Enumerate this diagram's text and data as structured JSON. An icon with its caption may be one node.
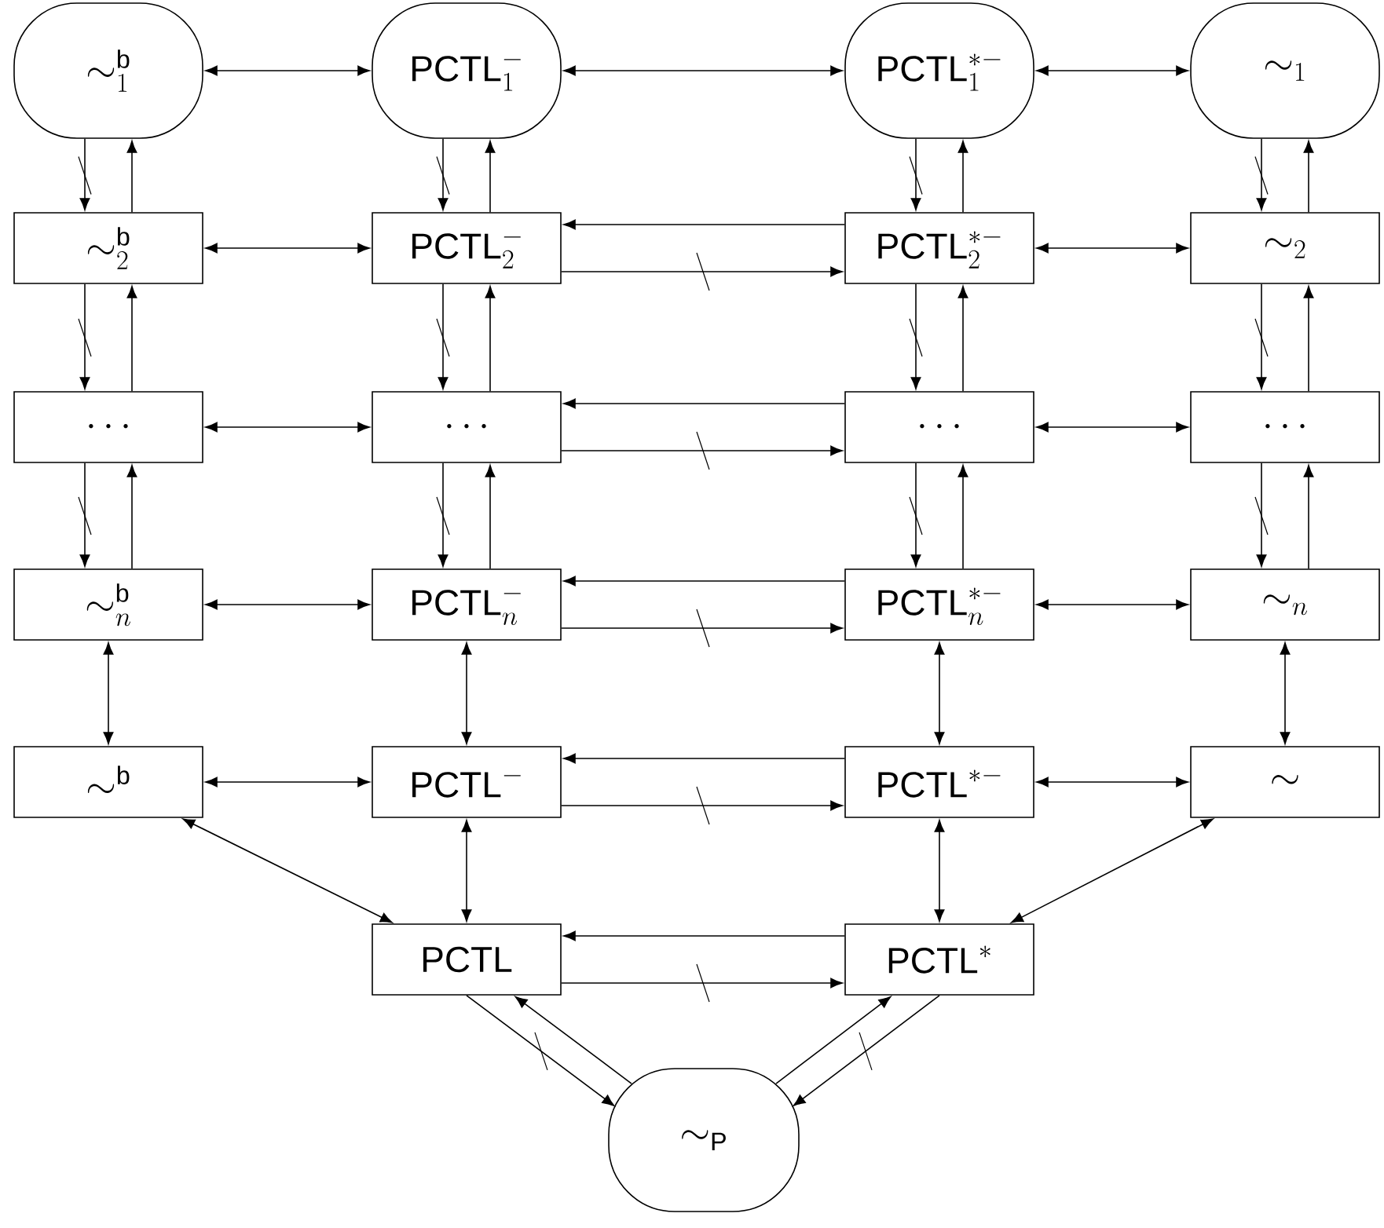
{
  "diagram": {
    "nodes": [
      {
        "text": [
          "\\sim^{\\mathsf{b}}_{1}"
        ]
      },
      {
        "text": [
          "\\mathsf{PCTL}^{-}_{1}"
        ]
      },
      {
        "text": [
          "\\mathsf{PCTL}^{*-}_{1}"
        ]
      },
      {
        "text": [
          "\\sim_{1}"
        ]
      },
      {
        "text": [
          "\\sim^{\\mathsf{b}}_{2}"
        ]
      },
      {
        "text": [
          "\\mathsf{PCTL}^{-}_{2}"
        ]
      },
      {
        "text": [
          "\\mathsf{PCTL}^{*-}_{2}"
        ]
      },
      {
        "text": [
          "\\sim_{2}"
        ]
      },
      {
        "text": [
          "\\cdots"
        ]
      },
      {
        "text": [
          "\\cdots"
        ]
      },
      {
        "text": [
          "\\cdots"
        ]
      },
      {
        "text": [
          "\\cdots"
        ]
      },
      {
        "text": [
          "\\sim^{\\mathsf{b}}_{n}"
        ]
      },
      {
        "text": [
          "\\mathsf{PCTL}^{-}_{n}"
        ]
      },
      {
        "text": [
          "\\mathsf{PCTL}^{*-}_{n}"
        ]
      },
      {
        "text": [
          "\\sim_{n}"
        ]
      },
      {
        "text": [
          "\\sim^{\\mathsf{b}}"
        ]
      },
      {
        "text": [
          "\\mathsf{PCTL}^{-}"
        ]
      },
      {
        "text": [
          "\\mathsf{PCTL}^{*-}"
        ]
      },
      {
        "text": [
          "\\sim"
        ]
      },
      {
        "text": [
          "\\mathsf{PCTL}"
        ]
      },
      {
        "text": [
          "\\mathsf{PCTL}^{*}"
        ]
      },
      {
        "text": [
          "\\sim_{\\mathsf{P}}"
        ]
      }
    ],
    "edges": [
      {
        "from": 0,
        "to": 1,
        "arrow": "both"
      },
      {
        "from": 1,
        "to": 2,
        "arrow": "both"
      },
      {
        "from": 2,
        "to": 3,
        "arrow": "both"
      },
      {
        "from": 4,
        "to": 5,
        "arrow": "both"
      },
      {
        "from": 6,
        "to": 5,
        "arrow": "to"
      },
      {
        "from": 5,
        "to": 6,
        "arrow": "to"
      },
      {
        "from": 6,
        "to": 7,
        "arrow": "both"
      },
      {
        "from": 8,
        "to": 9,
        "arrow": "both"
      },
      {
        "from": 10,
        "to": 9,
        "arrow": "to"
      },
      {
        "from": 9,
        "to": 10,
        "arrow": "to"
      },
      {
        "from": 10,
        "to": 11,
        "arrow": "both"
      },
      {
        "from": 12,
        "to": 13,
        "arrow": "both"
      },
      {
        "from": 14,
        "to": 13,
        "arrow": "to"
      },
      {
        "from": 13,
        "to": 14,
        "arrow": "to"
      },
      {
        "from": 14,
        "to": 15,
        "arrow": "both"
      },
      {
        "from": 16,
        "to": 17,
        "arrow": "both"
      },
      {
        "from": 18,
        "to": 17,
        "arrow": "to"
      },
      {
        "from": 17,
        "to": 18,
        "arrow": "to"
      },
      {
        "from": 18,
        "to": 19,
        "arrow": "both"
      },
      {
        "from": 0,
        "to": 4,
        "arrow": "to"
      },
      {
        "from": 4,
        "to": 0,
        "arrow": "to"
      },
      {
        "from": 1,
        "to": 5,
        "arrow": "to"
      },
      {
        "from": 5,
        "to": 1,
        "arrow": "to"
      },
      {
        "from": 2,
        "to": 6,
        "arrow": "to"
      },
      {
        "from": 6,
        "to": 2,
        "arrow": "to"
      },
      {
        "from": 3,
        "to": 7,
        "arrow": "to"
      },
      {
        "from": 7,
        "to": 3,
        "arrow": "to"
      },
      {
        "from": 4,
        "to": 8,
        "arrow": "to"
      },
      {
        "from": 8,
        "to": 4,
        "arrow": "to"
      },
      {
        "from": 5,
        "to": 9,
        "arrow": "to"
      },
      {
        "from": 9,
        "to": 5,
        "arrow": "to"
      },
      {
        "from": 6,
        "to": 10,
        "arrow": "to"
      },
      {
        "from": 10,
        "to": 6,
        "arrow": "to"
      },
      {
        "from": 7,
        "to": 11,
        "arrow": "to"
      },
      {
        "from": 11,
        "to": 7,
        "arrow": "to"
      },
      {
        "from": 8,
        "to": 12,
        "arrow": "to"
      },
      {
        "from": 12,
        "to": 8,
        "arrow": "to"
      },
      {
        "from": 9,
        "to": 13,
        "arrow": "to"
      },
      {
        "from": 13,
        "to": 9,
        "arrow": "to"
      },
      {
        "from": 10,
        "to": 14,
        "arrow": "to"
      },
      {
        "from": 14,
        "to": 10,
        "arrow": "to"
      },
      {
        "from": 11,
        "to": 15,
        "arrow": "to"
      },
      {
        "from": 15,
        "to": 11,
        "arrow": "to"
      },
      {
        "from": 12,
        "to": 16,
        "arrow": "both"
      },
      {
        "from": 13,
        "to": 17,
        "arrow": "both"
      },
      {
        "from": 14,
        "to": 18,
        "arrow": "both"
      },
      {
        "from": 15,
        "to": 19,
        "arrow": "both"
      },
      {
        "from": 16,
        "to": 20,
        "arrow": "both"
      },
      {
        "from": 17,
        "to": 20,
        "arrow": "both"
      },
      {
        "from": 18,
        "to": 21,
        "arrow": "both"
      },
      {
        "from": 19,
        "to": 21,
        "arrow": "both"
      },
      {
        "from": 21,
        "to": 20,
        "arrow": "to"
      },
      {
        "from": 20,
        "to": 21,
        "arrow": "to"
      },
      {
        "from": 20,
        "to": 22,
        "arrow": "to"
      },
      {
        "from": 22,
        "to": 20,
        "arrow": "to"
      },
      {
        "from": 22,
        "to": 21,
        "arrow": "to"
      },
      {
        "from": 21,
        "to": 22,
        "arrow": "to"
      }
    ]
  }
}
